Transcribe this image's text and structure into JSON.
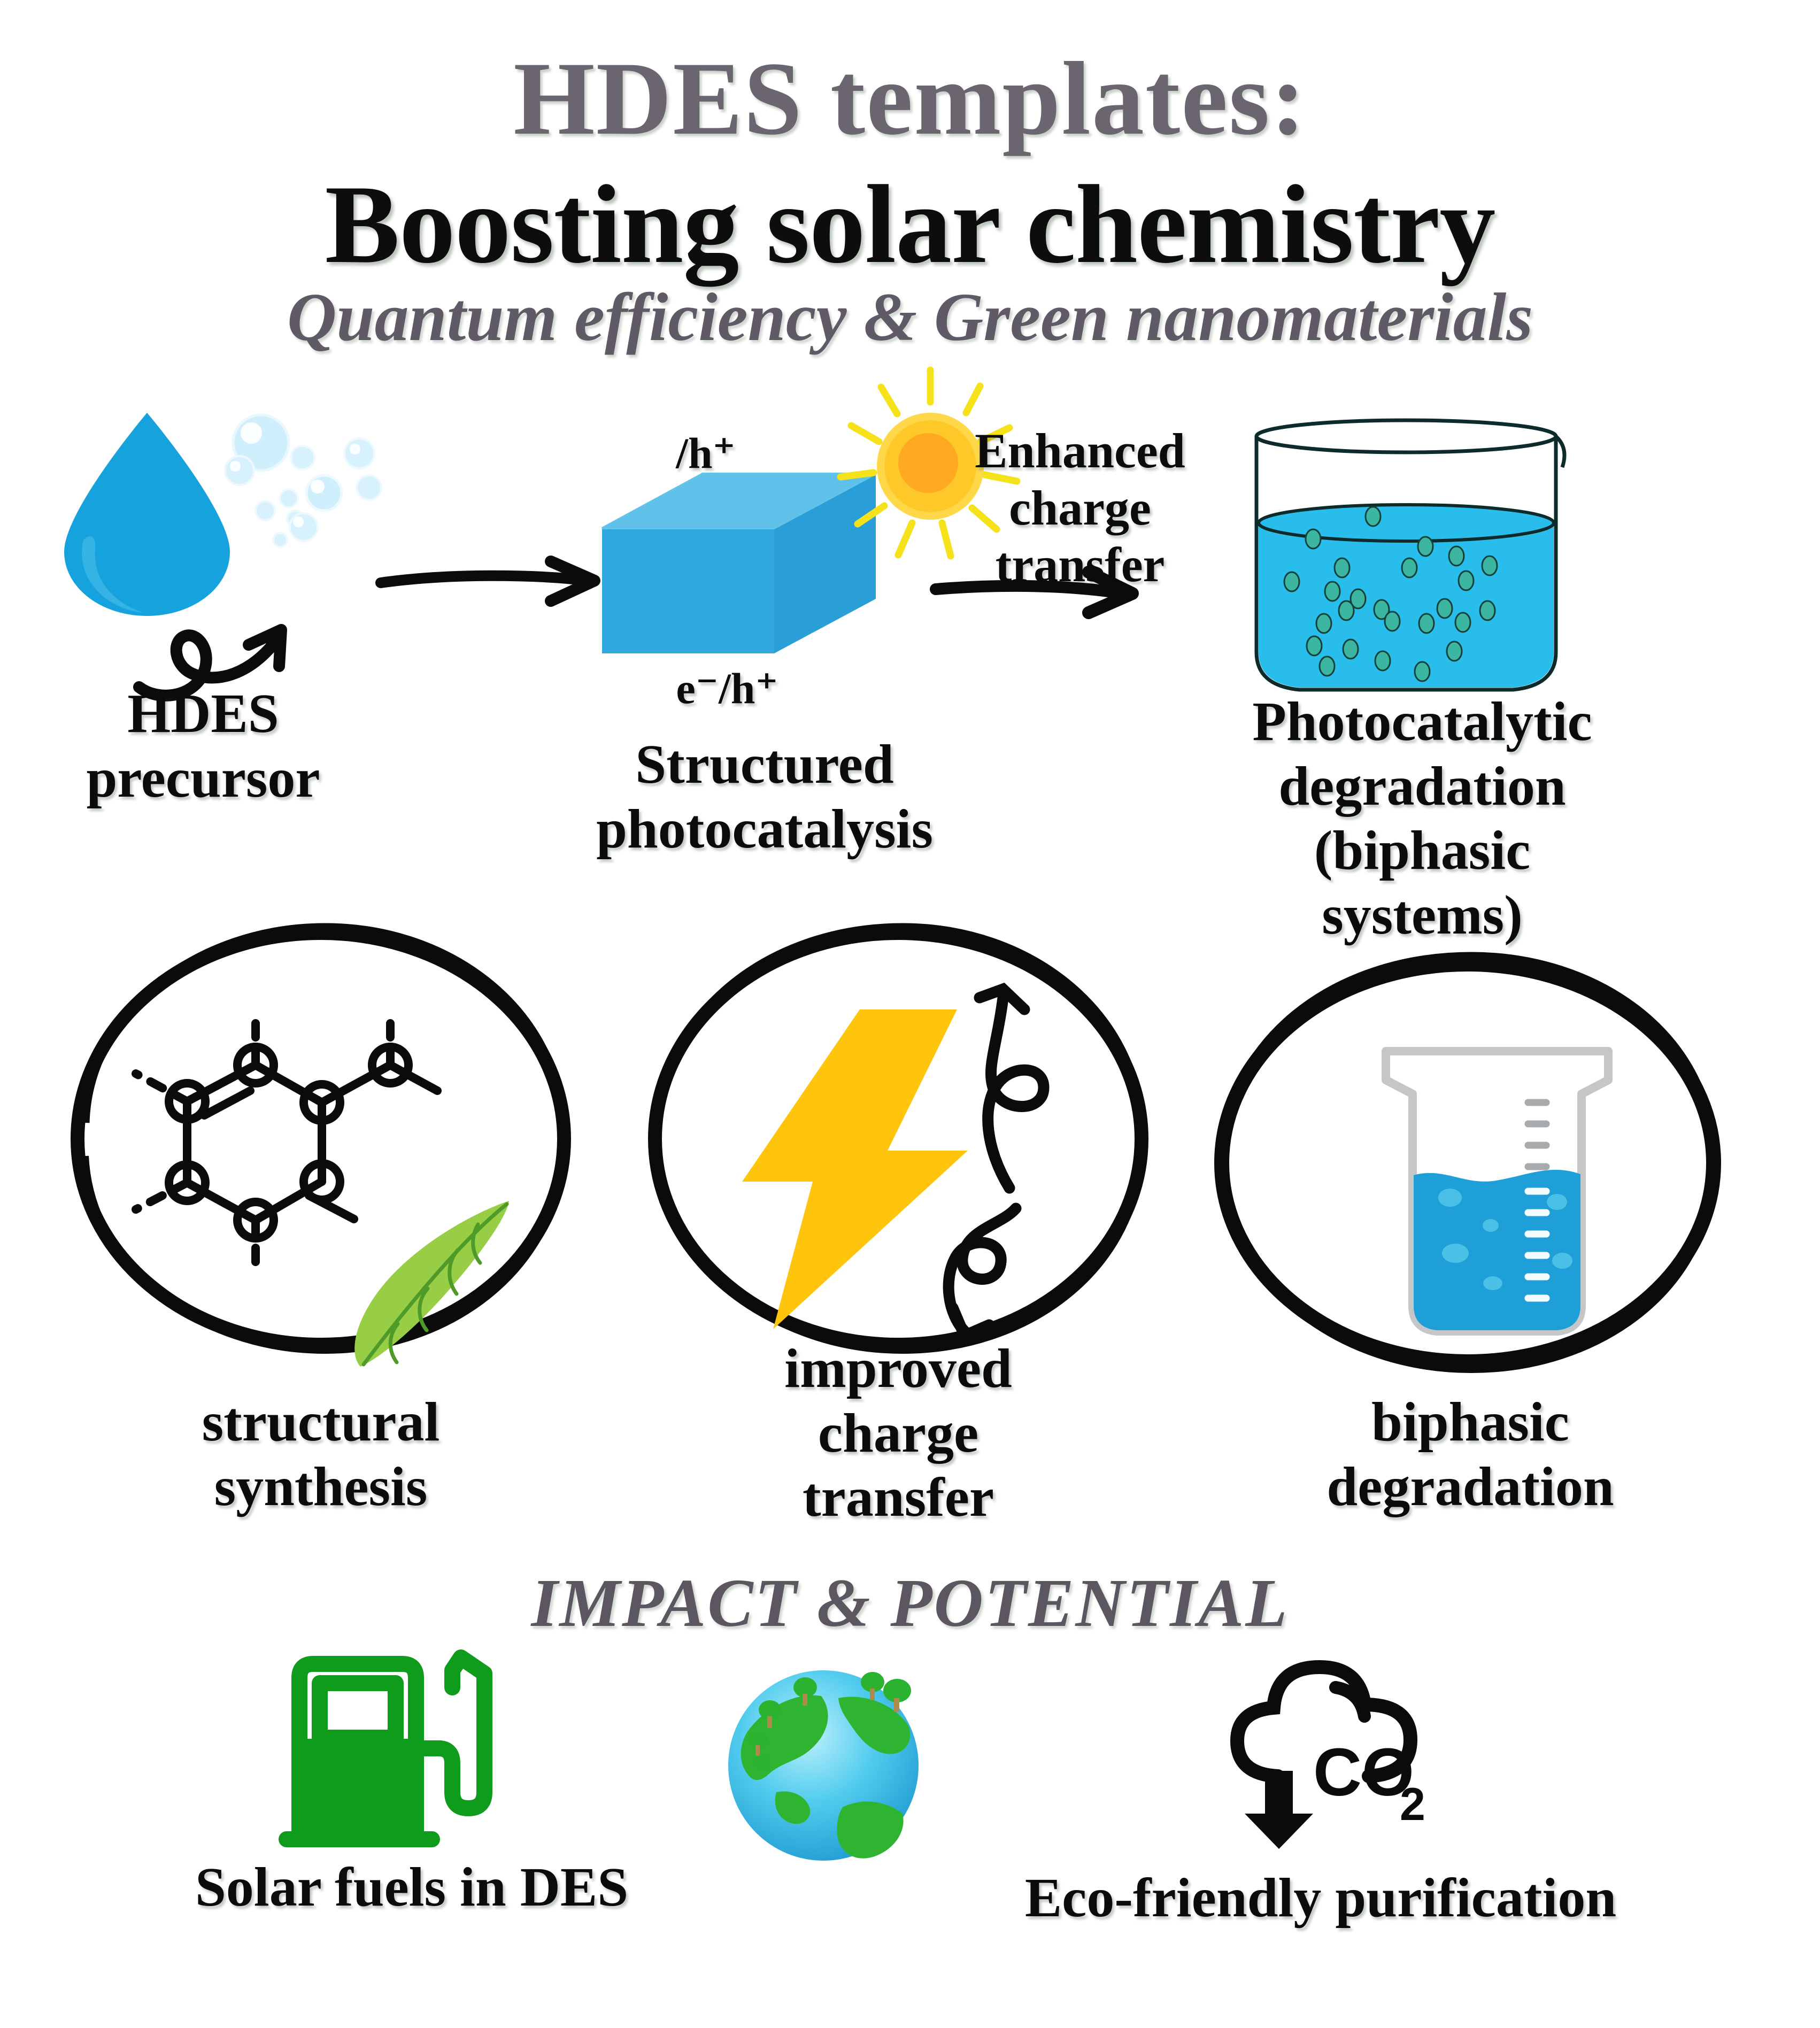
{
  "header": {
    "kicker": "HDES templates:",
    "title": "Boosting solar chemistry",
    "subtitle": "Quantum efficiency & Green nanomaterials"
  },
  "process_row": {
    "step1": {
      "label": "HDES\nprecursor",
      "icon": "water-droplet-icon",
      "bubbles_icon": "bubbles-icon",
      "curl_arrow_icon": "curly-arrow-icon"
    },
    "arrow1": "arrow-right-icon",
    "step2": {
      "label": "Structured\nphotocatalysis",
      "top_annotation": "/h⁺",
      "bottom_annotation": "e⁻/h⁺",
      "icon": "blue-cube-icon",
      "sun_icon": "sun-icon"
    },
    "arrow2": {
      "icon": "arrow-right-icon",
      "label": "Enhanced\ncharge\ntransfer"
    },
    "step3": {
      "label": "Photocatalytic\ndegradation\n(biphasic\nsystems)",
      "icon": "beaker-with-particles-icon"
    }
  },
  "feature_circles": [
    {
      "label": "structural\nsynthesis",
      "icon": "molecule-ring-icon",
      "secondary_icon": "green-leaf-icon"
    },
    {
      "label": "improved\ncharge\ntransfer",
      "icon": "lightning-bolt-icon",
      "secondary_icon": "recycle-curl-arrow-icon"
    },
    {
      "label": "biphasic\ndegradation",
      "icon": "graduated-beaker-icon"
    }
  ],
  "impact": {
    "heading": "IMPACT & POTENTIAL",
    "items": [
      {
        "label": "Solar fuels in DES",
        "icon": "fuel-pump-icon"
      },
      {
        "label": "",
        "icon": "green-earth-globe-icon"
      },
      {
        "label": "Eco-friendly purification",
        "icon": "co2-cloud-down-arrow-icon"
      }
    ]
  },
  "colors": {
    "bg_top": "#2ddc5f",
    "bg_bottom": "#cdf8d8",
    "kicker_gray": "#6b6570",
    "title_black": "#0d0d0d",
    "cube_front": "#31a8dd",
    "cube_top": "#5fc0e9",
    "cube_side": "#2a9ed6",
    "droplet_blue": "#16a3dd",
    "beaker_liquid": "#29bdec",
    "particle_teal": "#3cb6a0",
    "sun_yellow": "#ffc829",
    "sun_core": "#ffa920",
    "ray_yellow": "#f5e21a",
    "bolt_yellow": "#ffc40c",
    "leaf_green": "#8cc63f",
    "pump_green": "#0f9b1b",
    "ink_black": "#0b0b0b",
    "beaker_white": "#ffffff",
    "beaker_liquid2": "#1f9fd8"
  }
}
